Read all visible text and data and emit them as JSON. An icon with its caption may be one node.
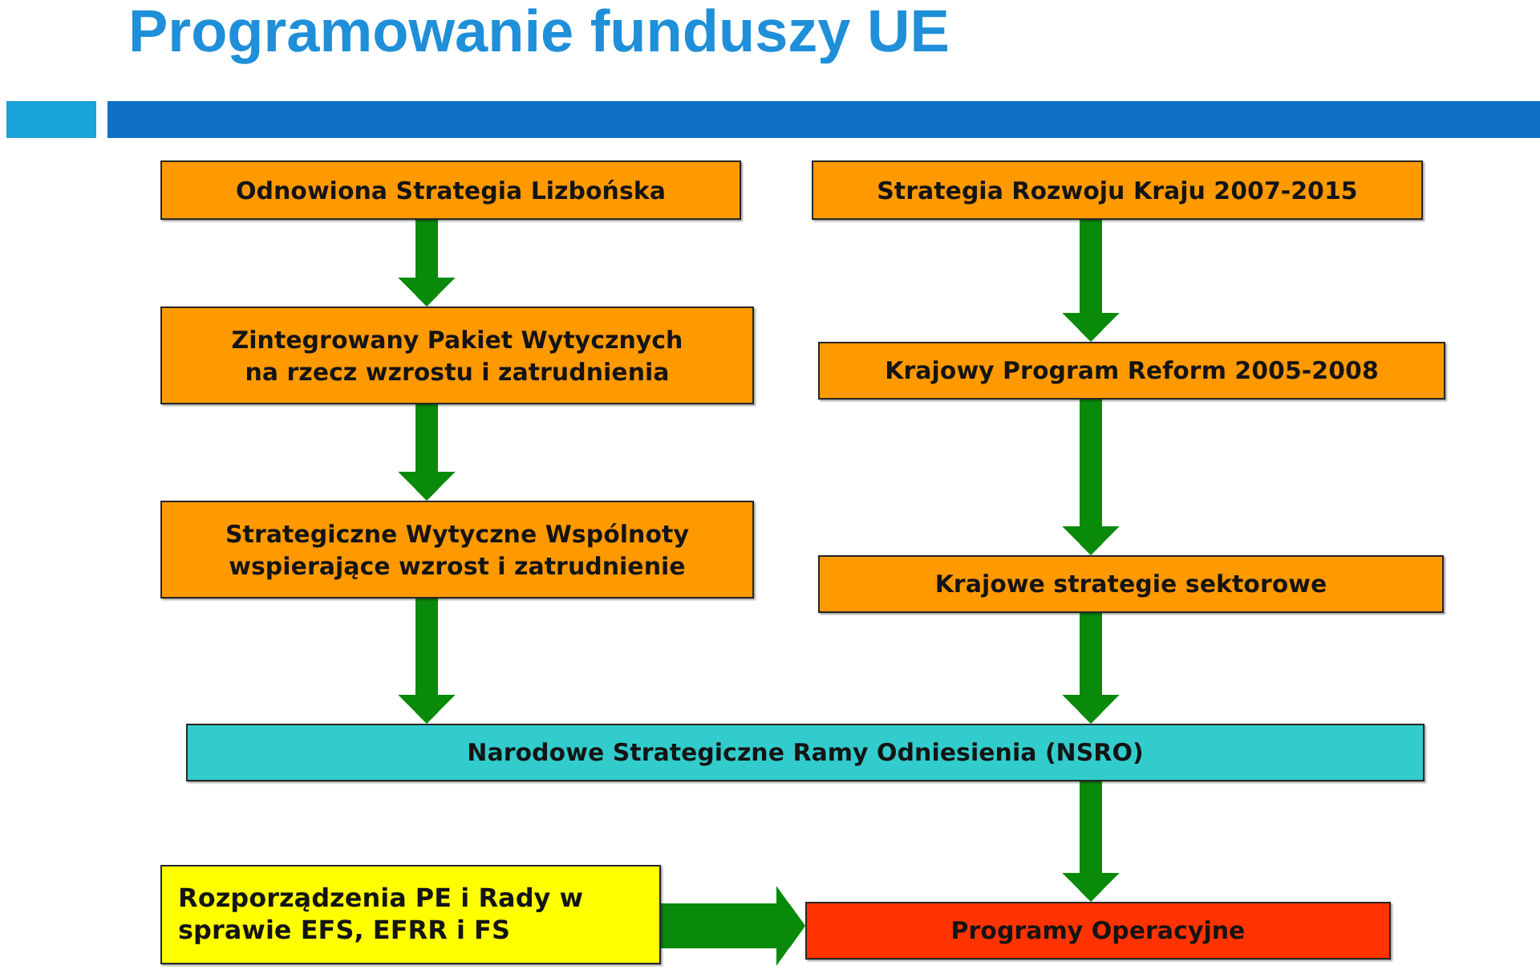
{
  "diagram": {
    "title": "Programowanie funduszy UE",
    "nodes": [
      {
        "text": [
          "Odnowiona Strategia Lizbońska"
        ]
      },
      {
        "text": [
          "Strategia Rozwoju Kraju 2007-2015"
        ]
      },
      {
        "text": [
          "Zintegrowany Pakiet Wytycznych na rzecz wzrostu i zatrudnienia"
        ]
      },
      {
        "text": [
          "Krajowy Program Reform 2005-2008"
        ]
      },
      {
        "text": [
          "Strategiczne Wytyczne Wspólnoty wspierające wzrost i zatrudnienie"
        ]
      },
      {
        "text": [
          "Krajowe strategie sektorowe"
        ]
      },
      {
        "text": [
          "Narodowe Strategiczne Ramy Odniesienia (NSRO)"
        ]
      },
      {
        "text": [
          "Rozporządzenia PE i Rady w sprawie EFS, EFRR i FS"
        ]
      },
      {
        "text": [
          "Programy Operacyjne"
        ]
      }
    ],
    "edges": [
      {
        "from": 0,
        "to": 2,
        "arrow": "to"
      },
      {
        "from": 2,
        "to": 4,
        "arrow": "to"
      },
      {
        "from": 4,
        "to": 6,
        "arrow": "to"
      },
      {
        "from": 1,
        "to": 3,
        "arrow": "to"
      },
      {
        "from": 3,
        "to": 5,
        "arrow": "to"
      },
      {
        "from": 5,
        "to": 6,
        "arrow": "to"
      },
      {
        "from": 6,
        "to": 8,
        "arrow": "to"
      },
      {
        "from": 7,
        "to": 8,
        "arrow": "to",
        "style": "thick"
      }
    ]
  }
}
